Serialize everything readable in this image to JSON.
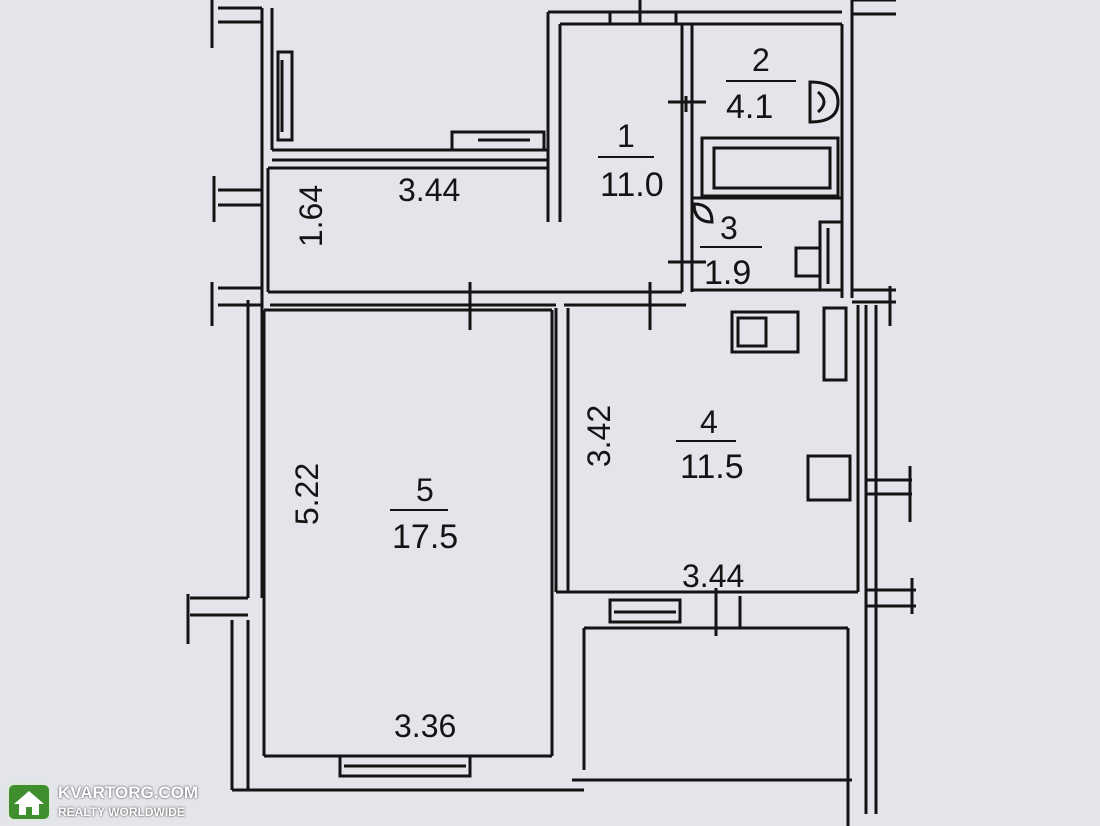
{
  "colors": {
    "paper": "#e3e5ea",
    "ink": "#141414",
    "logo_green": "#3f8f2e"
  },
  "rooms": [
    {
      "id": "1",
      "area": "11.0"
    },
    {
      "id": "2",
      "area": "4.1"
    },
    {
      "id": "3",
      "area": "1.9"
    },
    {
      "id": "4",
      "area": "11.5",
      "width": "3.44",
      "height": "3.42"
    },
    {
      "id": "5",
      "area": "17.5",
      "width": "3.36",
      "height": "5.22"
    }
  ],
  "corridor": {
    "width": "3.44",
    "height": "1.64"
  },
  "watermark": {
    "brand": "KVARTORG.COM",
    "tagline": "REALTY WORLDWIDE",
    "icon": "house-icon"
  }
}
